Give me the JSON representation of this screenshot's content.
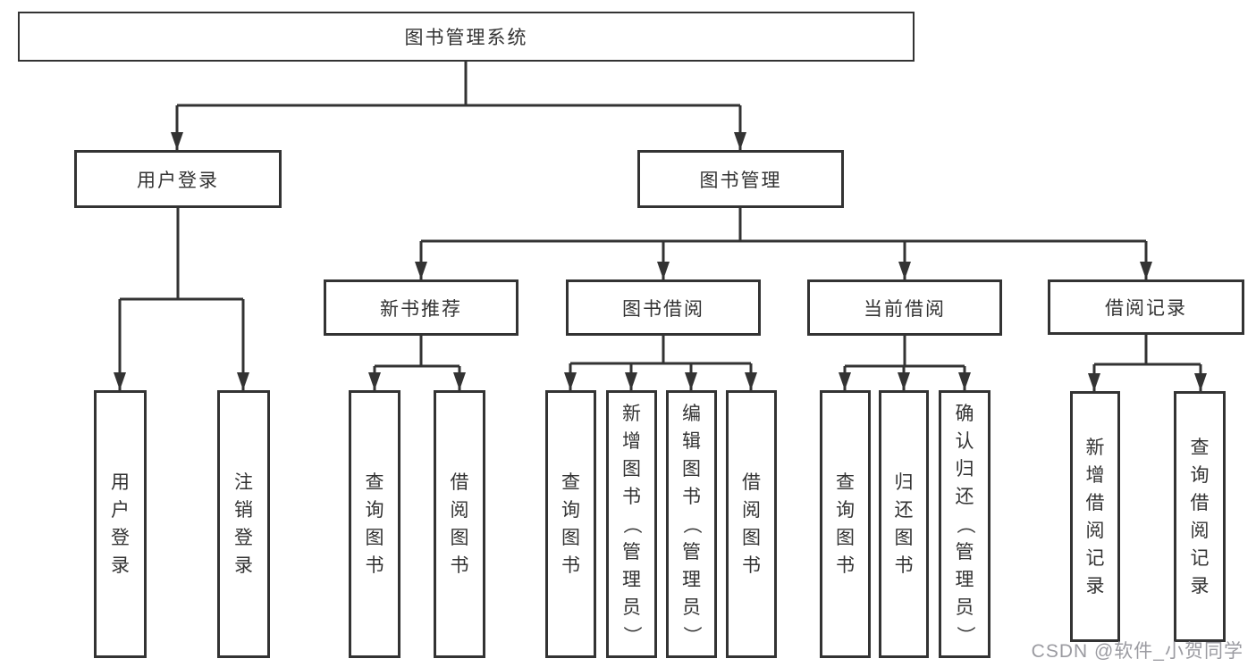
{
  "root": {
    "label": "图书管理系统"
  },
  "level2": {
    "user_login": {
      "label": "用户登录"
    },
    "book_mgmt": {
      "label": "图书管理"
    }
  },
  "level3": {
    "new_book": {
      "label": "新书推荐",
      "parent": "图书管理"
    },
    "borrowing": {
      "label": "图书借阅",
      "parent": "图书管理"
    },
    "current": {
      "label": "当前借阅",
      "parent": "图书管理"
    },
    "records": {
      "label": "借阅记录",
      "parent": "图书管理"
    }
  },
  "leaves": [
    {
      "label": "用户登录",
      "parent": "用户登录"
    },
    {
      "label": "注销登录",
      "parent": "用户登录"
    },
    {
      "label": "查询图书",
      "parent": "新书推荐"
    },
    {
      "label": "借阅图书",
      "parent": "新书推荐"
    },
    {
      "label": "查询图书",
      "parent": "图书借阅"
    },
    {
      "label": "新增图书（管理员）",
      "parent": "图书借阅"
    },
    {
      "label": "编辑图书（管理员）",
      "parent": "图书借阅"
    },
    {
      "label": "借阅图书",
      "parent": "图书借阅"
    },
    {
      "label": "查询图书",
      "parent": "当前借阅"
    },
    {
      "label": "归还图书",
      "parent": "当前借阅"
    },
    {
      "label": "确认归还（管理员）",
      "parent": "当前借阅"
    },
    {
      "label": "新增借阅记录",
      "parent": "借阅记录"
    },
    {
      "label": "查询借阅记录",
      "parent": "借阅记录"
    }
  ],
  "watermark": {
    "text": "CSDN @软件_小贺同学"
  },
  "colors": {
    "line": "#333333",
    "border": "#333333",
    "fill": "#ffffff",
    "text": "#333333",
    "watermark": "#9b9ba1",
    "background": "#ffffff"
  }
}
